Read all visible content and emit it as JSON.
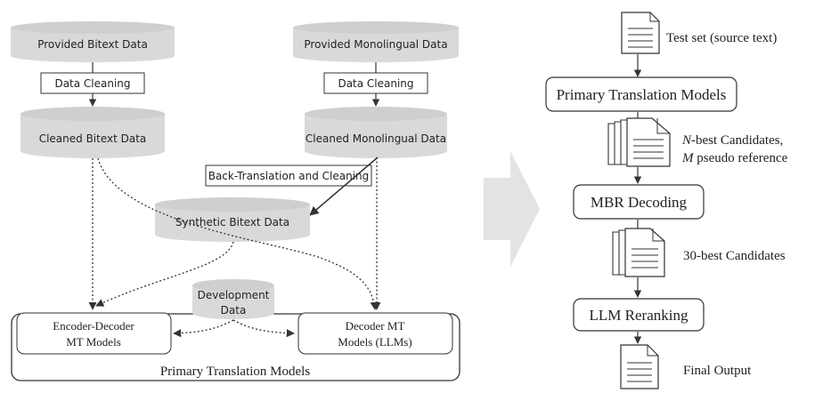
{
  "left": {
    "provided_bitext": "Provided Bitext Data",
    "provided_mono": "Provided Monolingual Data",
    "cleaning_left": "Data Cleaning",
    "cleaning_right": "Data Cleaning",
    "cleaned_bitext": "Cleaned Bitext Data",
    "cleaned_mono": "Cleaned Monolingual Data",
    "back_translation": "Back-Translation and Cleaning",
    "synthetic_bitext": "Synthetic Bitext Data",
    "dev_data_line1": "Development",
    "dev_data_line2": "Data",
    "enc_dec_line1": "Encoder-Decoder",
    "enc_dec_line2": "MT Models",
    "dec_mt_line1": "Decoder MT",
    "dec_mt_line2": "Models (LLMs)",
    "container_label": "Primary Translation Models"
  },
  "right": {
    "test_set": "Test set (source text)",
    "primary_models": "Primary Translation Models",
    "nbest_line1_var": "N",
    "nbest_line1_rest": "-best Candidates,",
    "nbest_line2_var": "M",
    "nbest_line2_rest": " pseudo reference",
    "mbr": "MBR Decoding",
    "best30": "30-best Candidates",
    "llm_rerank": "LLM Reranking",
    "final_output": "Final Output"
  },
  "colors": {
    "cylinder_fill": "#d9d9d9",
    "cylinder_top": "#cfcfcf",
    "stroke": "#333333",
    "big_arrow": "#e3e3e3"
  }
}
